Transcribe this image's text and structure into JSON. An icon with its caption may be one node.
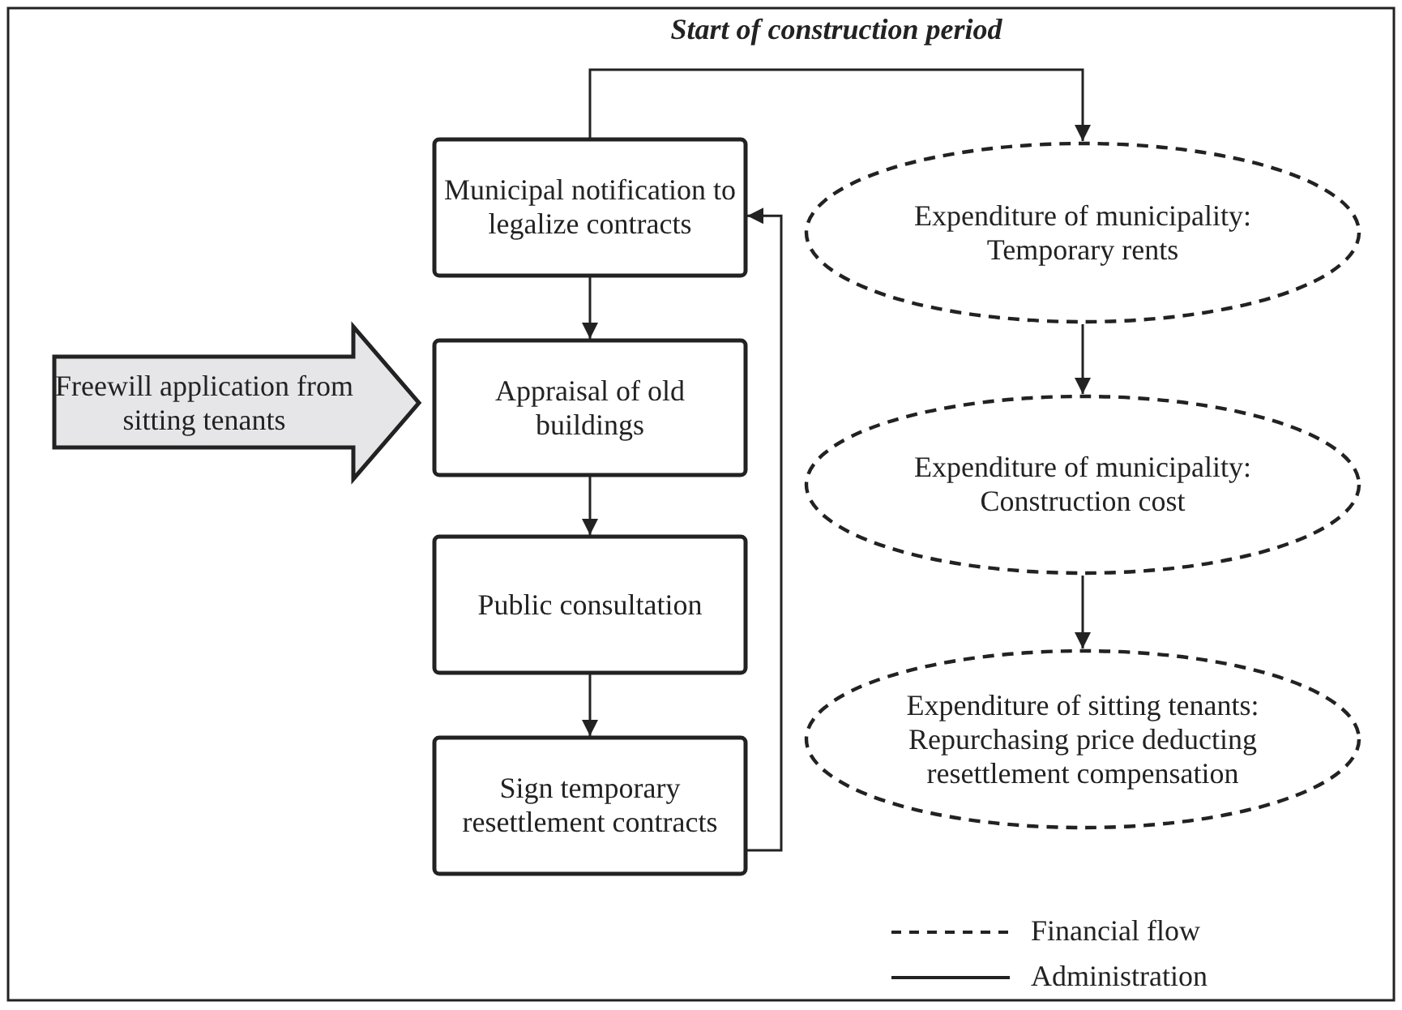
{
  "diagram": {
    "nodes": [
      {
        "text": [
          "Municipal notification to legalize contracts"
        ]
      },
      {
        "text": [
          "Expenditure of municipality: Temporary rents"
        ]
      },
      {
        "text": [
          "Freewill application from sitting tenants"
        ]
      },
      {
        "text": [
          "Appraisal of old buildings"
        ]
      },
      {
        "text": [
          "Expenditure of municipality: Construction cost"
        ]
      },
      {
        "text": [
          "Public consultation"
        ]
      },
      {
        "text": [
          "Sign temporary resettlement contracts"
        ]
      },
      {
        "text": [
          "Expenditure of sitting tenants: Repurchasing price deducting resettlement compensation"
        ]
      }
    ],
    "edges": [
      {
        "from": 0,
        "to": 1,
        "arrow": "to",
        "label": "Start of construction period"
      },
      {
        "from": 0,
        "to": 3,
        "arrow": "to"
      },
      {
        "from": 3,
        "to": 5,
        "arrow": "to"
      },
      {
        "from": 5,
        "to": 6,
        "arrow": "to"
      },
      {
        "from": 6,
        "to": 0,
        "arrow": "to"
      },
      {
        "from": 1,
        "to": 4,
        "arrow": "to"
      },
      {
        "from": 4,
        "to": 7,
        "arrow": "to"
      }
    ],
    "legend": [
      {
        "text": "Financial flow"
      },
      {
        "text": "Administration"
      }
    ]
  }
}
